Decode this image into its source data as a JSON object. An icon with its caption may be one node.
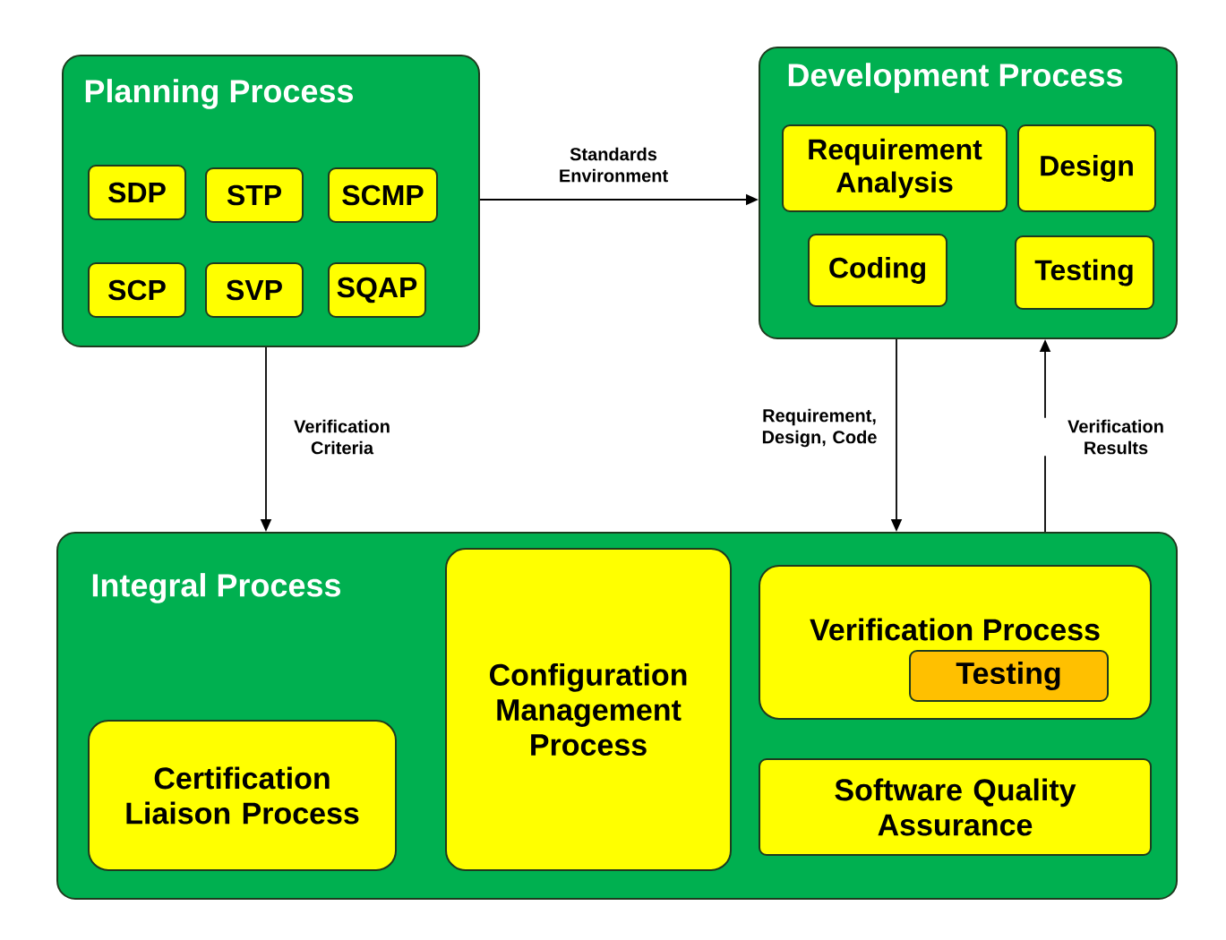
{
  "diagram": {
    "nodes": [
      {
        "text": [
          "Planning Process"
        ]
      },
      {
        "text": [
          "SDP"
        ],
        "in": 0
      },
      {
        "text": [
          "STP"
        ],
        "in": 0
      },
      {
        "text": [
          "SCMP"
        ],
        "in": 0
      },
      {
        "text": [
          "SCP"
        ],
        "in": 0
      },
      {
        "text": [
          "SVP"
        ],
        "in": 0
      },
      {
        "text": [
          "SQAP"
        ],
        "in": 0
      },
      {
        "text": [
          "Development Process"
        ]
      },
      {
        "text": [
          "Requirement Analysis"
        ],
        "in": 7
      },
      {
        "text": [
          "Design"
        ],
        "in": 7
      },
      {
        "text": [
          "Coding"
        ],
        "in": 7
      },
      {
        "text": [
          "Testing"
        ],
        "in": 7
      },
      {
        "text": [
          "Integral Process"
        ]
      },
      {
        "text": [
          "Certification Liaison Process"
        ],
        "in": 12
      },
      {
        "text": [
          "Configuration Management Process"
        ],
        "in": 12
      },
      {
        "text": [
          "Verification Process"
        ],
        "in": 12
      },
      {
        "text": [
          "Testing"
        ],
        "in": 15
      },
      {
        "text": [
          "Software Quality Assurance"
        ],
        "in": 12
      }
    ],
    "edges": [
      {
        "from": 0,
        "to": 7,
        "arrow": "to",
        "label": "Standards Environment"
      },
      {
        "from": 0,
        "to": 12,
        "arrow": "to",
        "label": "Verification Criteria"
      },
      {
        "from": 7,
        "to": 12,
        "arrow": "to",
        "label": "Requirement, Design, Code"
      },
      {
        "from": 12,
        "to": 7,
        "arrow": "to",
        "label": "Verification Results"
      }
    ]
  }
}
